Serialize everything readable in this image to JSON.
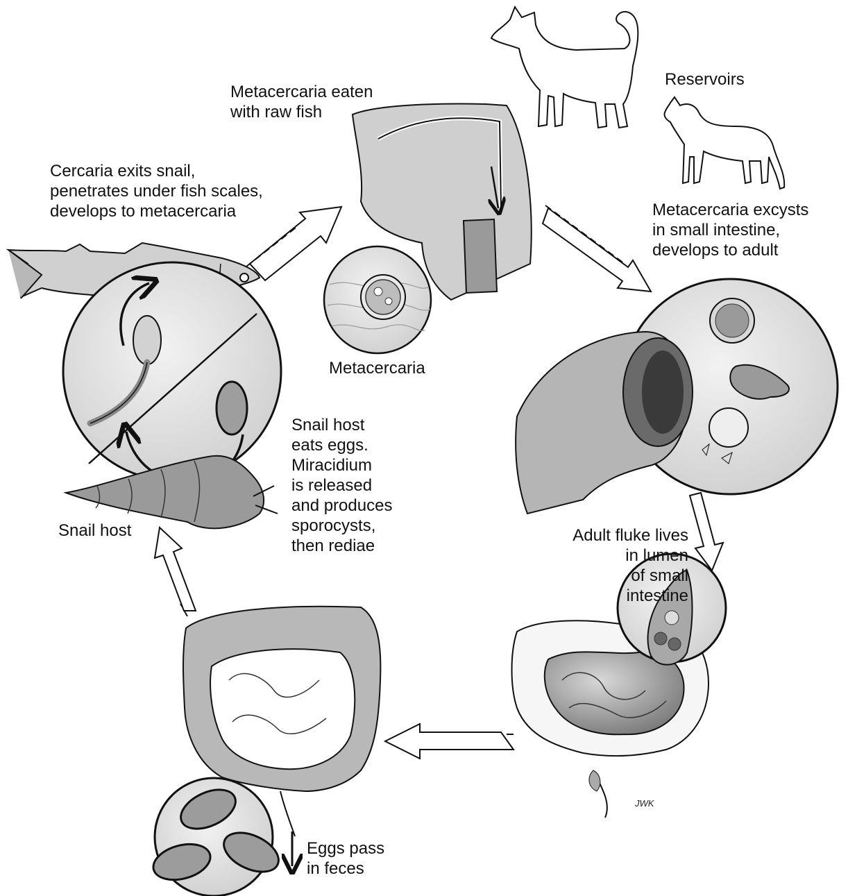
{
  "labels": {
    "metacercaria_eaten": "Metacercaria eaten\nwith raw fish",
    "reservoirs": "Reservoirs",
    "cercaria_exits": "Cercaria exits snail,\npenetrates under fish scales,\ndevelops to metacercaria",
    "metacercaria_excysts": "Metacercaria excysts\nin small intestine,\ndevelops to adult",
    "metacercaria": "Metacercaria",
    "snail_host_eats": "Snail host\neats eggs.\nMiracidium\nis released\nand produces\nsporocysts,\nthen rediae",
    "snail_host": "Snail host",
    "adult_fluke": "Adult fluke lives\nin lumen\nof small\nintestine",
    "eggs_pass": "Eggs pass\nin feces",
    "signature": "JWK"
  },
  "colors": {
    "ink": "#111111",
    "tissue": "#c9c9c9",
    "tissue_dark": "#8a8a8a",
    "lens_bg": "#e6e6e6",
    "paper": "#ffffff"
  }
}
